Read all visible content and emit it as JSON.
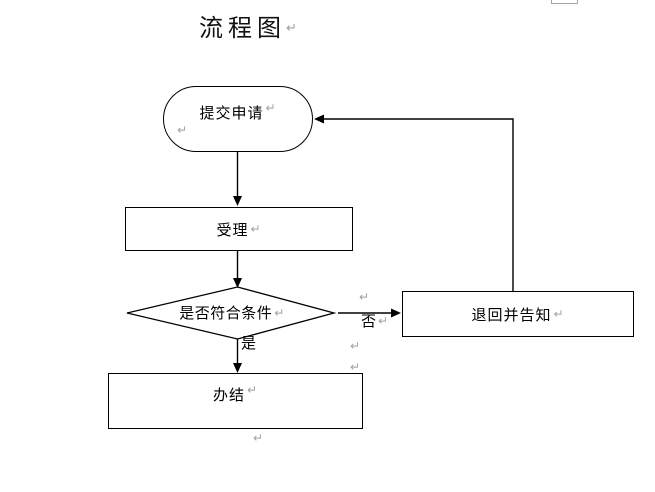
{
  "document": {
    "title": "流程图",
    "pilcrow": "↵"
  },
  "flowchart": {
    "start": "提交申请",
    "accept": "受理",
    "decision": "是否符合条件",
    "yes_label": "是",
    "no_label": "否",
    "return_notify": "退回并告知",
    "complete": "办结"
  },
  "colors": {
    "line": "#000000",
    "shape_border": "#000000",
    "text": "#000000",
    "paragraph_mark": "#a0a0a0",
    "background": "#ffffff"
  }
}
